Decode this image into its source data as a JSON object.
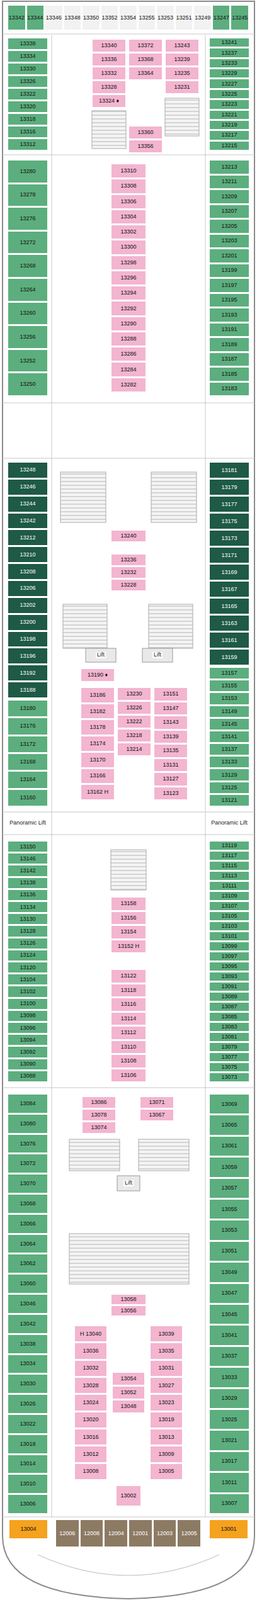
{
  "diagram": {
    "nodes": [
      {
        "text": [
          "13342"
        ]
      },
      {
        "text": [
          "13344"
        ]
      },
      {
        "text": [
          "13346"
        ]
      },
      {
        "text": [
          "13348"
        ]
      },
      {
        "text": [
          "13350"
        ]
      },
      {
        "text": [
          "13352"
        ]
      },
      {
        "text": [
          "13354"
        ]
      },
      {
        "text": [
          "13255"
        ]
      },
      {
        "text": [
          "13253"
        ]
      },
      {
        "text": [
          "13251"
        ]
      },
      {
        "text": [
          "13249"
        ]
      },
      {
        "text": [
          "13247"
        ]
      },
      {
        "text": [
          "13245"
        ]
      },
      {
        "text": [
          "13338"
        ]
      },
      {
        "text": [
          "13334"
        ]
      },
      {
        "text": [
          "13330"
        ]
      },
      {
        "text": [
          "13326"
        ]
      },
      {
        "text": [
          "13322"
        ]
      },
      {
        "text": [
          "13320"
        ]
      },
      {
        "text": [
          "13318"
        ]
      },
      {
        "text": [
          "13316"
        ]
      },
      {
        "text": [
          "13312"
        ]
      },
      {
        "text": [
          "13340"
        ]
      },
      {
        "text": [
          "13336"
        ]
      },
      {
        "text": [
          "13332"
        ]
      },
      {
        "text": [
          "13328"
        ]
      },
      {
        "text": [
          "13324 ♦"
        ]
      },
      {
        "text": [
          "13372"
        ]
      },
      {
        "text": [
          "13368"
        ]
      },
      {
        "text": [
          "13364"
        ]
      },
      {
        "text": [
          "13360"
        ]
      },
      {
        "text": [
          "13356"
        ]
      },
      {
        "text": [
          "13243"
        ]
      },
      {
        "text": [
          "13239"
        ]
      },
      {
        "text": [
          "13235"
        ]
      },
      {
        "text": [
          "13231"
        ]
      },
      {
        "text": [
          "13241"
        ]
      },
      {
        "text": [
          "13237"
        ]
      },
      {
        "text": [
          "13233"
        ]
      },
      {
        "text": [
          "13229"
        ]
      },
      {
        "text": [
          "13227"
        ]
      },
      {
        "text": [
          "13225"
        ]
      },
      {
        "text": [
          "13223"
        ]
      },
      {
        "text": [
          "13221"
        ]
      },
      {
        "text": [
          "13219"
        ]
      },
      {
        "text": [
          "13217"
        ]
      },
      {
        "text": [
          "13215"
        ]
      },
      {
        "text": [
          "13280"
        ]
      },
      {
        "text": [
          "13278"
        ]
      },
      {
        "text": [
          "13276"
        ]
      },
      {
        "text": [
          "13272"
        ]
      },
      {
        "text": [
          "13268"
        ]
      },
      {
        "text": [
          "13264"
        ]
      },
      {
        "text": [
          "13260"
        ]
      },
      {
        "text": [
          "13256"
        ]
      },
      {
        "text": [
          "13252"
        ]
      },
      {
        "text": [
          "13250"
        ]
      },
      {
        "text": [
          "13310"
        ]
      },
      {
        "text": [
          "13308"
        ]
      },
      {
        "text": [
          "13306"
        ]
      },
      {
        "text": [
          "13304"
        ]
      },
      {
        "text": [
          "13302"
        ]
      },
      {
        "text": [
          "13300"
        ]
      },
      {
        "text": [
          "13298"
        ]
      },
      {
        "text": [
          "13296"
        ]
      },
      {
        "text": [
          "13294"
        ]
      },
      {
        "text": [
          "13292"
        ]
      },
      {
        "text": [
          "13290"
        ]
      },
      {
        "text": [
          "13288"
        ]
      },
      {
        "text": [
          "13286"
        ]
      },
      {
        "text": [
          "13284"
        ]
      },
      {
        "text": [
          "13282"
        ]
      },
      {
        "text": [
          "13213"
        ]
      },
      {
        "text": [
          "13211"
        ]
      },
      {
        "text": [
          "13209"
        ]
      },
      {
        "text": [
          "13207"
        ]
      },
      {
        "text": [
          "13205"
        ]
      },
      {
        "text": [
          "13203"
        ]
      },
      {
        "text": [
          "13201"
        ]
      },
      {
        "text": [
          "13199"
        ]
      },
      {
        "text": [
          "13197"
        ]
      },
      {
        "text": [
          "13195"
        ]
      },
      {
        "text": [
          "13193"
        ]
      },
      {
        "text": [
          "13191"
        ]
      },
      {
        "text": [
          "13189"
        ]
      },
      {
        "text": [
          "13187"
        ]
      },
      {
        "text": [
          "13185"
        ]
      },
      {
        "text": [
          "13183"
        ]
      },
      {
        "text": [
          "13248"
        ]
      },
      {
        "text": [
          "13246"
        ]
      },
      {
        "text": [
          "13244"
        ]
      },
      {
        "text": [
          "13242"
        ]
      },
      {
        "text": [
          "13212"
        ]
      },
      {
        "text": [
          "13210"
        ]
      },
      {
        "text": [
          "13208"
        ]
      },
      {
        "text": [
          "13206"
        ]
      },
      {
        "text": [
          "13202"
        ]
      },
      {
        "text": [
          "13200"
        ]
      },
      {
        "text": [
          "13198"
        ]
      },
      {
        "text": [
          "13196"
        ]
      },
      {
        "text": [
          "13192"
        ]
      },
      {
        "text": [
          "13188"
        ]
      },
      {
        "text": [
          "13180"
        ]
      },
      {
        "text": [
          "13176"
        ]
      },
      {
        "text": [
          "13172"
        ]
      },
      {
        "text": [
          "13168"
        ]
      },
      {
        "text": [
          "13164"
        ]
      },
      {
        "text": [
          "13160"
        ]
      },
      {
        "text": [
          "13181"
        ]
      },
      {
        "text": [
          "13179"
        ]
      },
      {
        "text": [
          "13177"
        ]
      },
      {
        "text": [
          "13175"
        ]
      },
      {
        "text": [
          "13173"
        ]
      },
      {
        "text": [
          "13171"
        ]
      },
      {
        "text": [
          "13169"
        ]
      },
      {
        "text": [
          "13167"
        ]
      },
      {
        "text": [
          "13165"
        ]
      },
      {
        "text": [
          "13163"
        ]
      },
      {
        "text": [
          "13161"
        ]
      },
      {
        "text": [
          "13159"
        ]
      },
      {
        "text": [
          "13157"
        ]
      },
      {
        "text": [
          "13155"
        ]
      },
      {
        "text": [
          "13153"
        ]
      },
      {
        "text": [
          "13149"
        ]
      },
      {
        "text": [
          "13145"
        ]
      },
      {
        "text": [
          "13141"
        ]
      },
      {
        "text": [
          "13137"
        ]
      },
      {
        "text": [
          "13133"
        ]
      },
      {
        "text": [
          "13129"
        ]
      },
      {
        "text": [
          "13125"
        ]
      },
      {
        "text": [
          "13121"
        ]
      },
      {
        "text": [
          "13240"
        ]
      },
      {
        "text": [
          "13236"
        ]
      },
      {
        "text": [
          "13232"
        ]
      },
      {
        "text": [
          "13228"
        ]
      },
      {
        "text": [
          "13190 ♦"
        ]
      },
      {
        "text": [
          "13186"
        ]
      },
      {
        "text": [
          "13182"
        ]
      },
      {
        "text": [
          "13178"
        ]
      },
      {
        "text": [
          "13174"
        ]
      },
      {
        "text": [
          "13170"
        ]
      },
      {
        "text": [
          "13166"
        ]
      },
      {
        "text": [
          "13162 H"
        ]
      },
      {
        "text": [
          "13230"
        ]
      },
      {
        "text": [
          "13226"
        ]
      },
      {
        "text": [
          "13222"
        ]
      },
      {
        "text": [
          "13218"
        ]
      },
      {
        "text": [
          "13214"
        ]
      },
      {
        "text": [
          "13151"
        ]
      },
      {
        "text": [
          "13147"
        ]
      },
      {
        "text": [
          "13143"
        ]
      },
      {
        "text": [
          "13139"
        ]
      },
      {
        "text": [
          "13135"
        ]
      },
      {
        "text": [
          "13131"
        ]
      },
      {
        "text": [
          "13127"
        ]
      },
      {
        "text": [
          "13123"
        ]
      },
      {
        "text": [
          "13150"
        ]
      },
      {
        "text": [
          "13146"
        ]
      },
      {
        "text": [
          "13142"
        ]
      },
      {
        "text": [
          "13138"
        ]
      },
      {
        "text": [
          "13136"
        ]
      },
      {
        "text": [
          "13134"
        ]
      },
      {
        "text": [
          "13130"
        ]
      },
      {
        "text": [
          "13128"
        ]
      },
      {
        "text": [
          "13126"
        ]
      },
      {
        "text": [
          "13124"
        ]
      },
      {
        "text": [
          "13120"
        ]
      },
      {
        "text": [
          "13104"
        ]
      },
      {
        "text": [
          "13102"
        ]
      },
      {
        "text": [
          "13100"
        ]
      },
      {
        "text": [
          "13098"
        ]
      },
      {
        "text": [
          "13096"
        ]
      },
      {
        "text": [
          "13094"
        ]
      },
      {
        "text": [
          "13092"
        ]
      },
      {
        "text": [
          "13090"
        ]
      },
      {
        "text": [
          "13088"
        ]
      },
      {
        "text": [
          "13119"
        ]
      },
      {
        "text": [
          "13117"
        ]
      },
      {
        "text": [
          "13115"
        ]
      },
      {
        "text": [
          "13113"
        ]
      },
      {
        "text": [
          "13111"
        ]
      },
      {
        "text": [
          "13109"
        ]
      },
      {
        "text": [
          "13107"
        ]
      },
      {
        "text": [
          "13105"
        ]
      },
      {
        "text": [
          "13103"
        ]
      },
      {
        "text": [
          "13101"
        ]
      },
      {
        "text": [
          "13099"
        ]
      },
      {
        "text": [
          "13097"
        ]
      },
      {
        "text": [
          "13095"
        ]
      },
      {
        "text": [
          "13093"
        ]
      },
      {
        "text": [
          "13091"
        ]
      },
      {
        "text": [
          "13089"
        ]
      },
      {
        "text": [
          "13087"
        ]
      },
      {
        "text": [
          "13085"
        ]
      },
      {
        "text": [
          "13083"
        ]
      },
      {
        "text": [
          "13081"
        ]
      },
      {
        "text": [
          "13079"
        ]
      },
      {
        "text": [
          "13077"
        ]
      },
      {
        "text": [
          "13075"
        ]
      },
      {
        "text": [
          "13073"
        ]
      },
      {
        "text": [
          "13158"
        ]
      },
      {
        "text": [
          "13156"
        ]
      },
      {
        "text": [
          "13154"
        ]
      },
      {
        "text": [
          "13152 H"
        ]
      },
      {
        "text": [
          "13122"
        ]
      },
      {
        "text": [
          "13118"
        ]
      },
      {
        "text": [
          "13116"
        ]
      },
      {
        "text": [
          "13114"
        ]
      },
      {
        "text": [
          "13112"
        ]
      },
      {
        "text": [
          "13110"
        ]
      },
      {
        "text": [
          "13108"
        ]
      },
      {
        "text": [
          "13106"
        ]
      },
      {
        "text": [
          "13084"
        ]
      },
      {
        "text": [
          "13080"
        ]
      },
      {
        "text": [
          "13076"
        ]
      },
      {
        "text": [
          "13072"
        ]
      },
      {
        "text": [
          "13070"
        ]
      },
      {
        "text": [
          "13068"
        ]
      },
      {
        "text": [
          "13066"
        ]
      },
      {
        "text": [
          "13064"
        ]
      },
      {
        "text": [
          "13062"
        ]
      },
      {
        "text": [
          "13060"
        ]
      },
      {
        "text": [
          "13046"
        ]
      },
      {
        "text": [
          "13042"
        ]
      },
      {
        "text": [
          "13038"
        ]
      },
      {
        "text": [
          "13034"
        ]
      },
      {
        "text": [
          "13030"
        ]
      },
      {
        "text": [
          "13026"
        ]
      },
      {
        "text": [
          "13022"
        ]
      },
      {
        "text": [
          "13018"
        ]
      },
      {
        "text": [
          "13014"
        ]
      },
      {
        "text": [
          "13010"
        ]
      },
      {
        "text": [
          "13006"
        ]
      },
      {
        "text": [
          "13069"
        ]
      },
      {
        "text": [
          "13065"
        ]
      },
      {
        "text": [
          "13061"
        ]
      },
      {
        "text": [
          "13059"
        ]
      },
      {
        "text": [
          "13057"
        ]
      },
      {
        "text": [
          "13055"
        ]
      },
      {
        "text": [
          "13053"
        ]
      },
      {
        "text": [
          "13051"
        ]
      },
      {
        "text": [
          "13049"
        ]
      },
      {
        "text": [
          "13047"
        ]
      },
      {
        "text": [
          "13045"
        ]
      },
      {
        "text": [
          "13041"
        ]
      },
      {
        "text": [
          "13037"
        ]
      },
      {
        "text": [
          "13033"
        ]
      },
      {
        "text": [
          "13029"
        ]
      },
      {
        "text": [
          "13025"
        ]
      },
      {
        "text": [
          "13021"
        ]
      },
      {
        "text": [
          "13017"
        ]
      },
      {
        "text": [
          "13011"
        ]
      },
      {
        "text": [
          "13007"
        ]
      },
      {
        "text": [
          "13086"
        ]
      },
      {
        "text": [
          "13078"
        ]
      },
      {
        "text": [
          "13074"
        ]
      },
      {
        "text": [
          "13071"
        ]
      },
      {
        "text": [
          "13067"
        ]
      },
      {
        "text": [
          "13058"
        ]
      },
      {
        "text": [
          "13056"
        ]
      },
      {
        "text": [
          "H 13040"
        ]
      },
      {
        "text": [
          "13036"
        ]
      },
      {
        "text": [
          "13032"
        ]
      },
      {
        "text": [
          "13028"
        ]
      },
      {
        "text": [
          "13024"
        ]
      },
      {
        "text": [
          "13020"
        ]
      },
      {
        "text": [
          "13016"
        ]
      },
      {
        "text": [
          "13012"
        ]
      },
      {
        "text": [
          "13008"
        ]
      },
      {
        "text": [
          "13054"
        ]
      },
      {
        "text": [
          "13052"
        ]
      },
      {
        "text": [
          "13048"
        ]
      },
      {
        "text": [
          "13039"
        ]
      },
      {
        "text": [
          "13035"
        ]
      },
      {
        "text": [
          "13031"
        ]
      },
      {
        "text": [
          "13027"
        ]
      },
      {
        "text": [
          "13023"
        ]
      },
      {
        "text": [
          "13019"
        ]
      },
      {
        "text": [
          "13013"
        ]
      },
      {
        "text": [
          "13009"
        ]
      },
      {
        "text": [
          "13005"
        ]
      },
      {
        "text": [
          "13002"
        ]
      },
      {
        "text": [
          "13004"
        ]
      },
      {
        "text": [
          "13001"
        ]
      },
      {
        "text": [
          "12006"
        ]
      },
      {
        "text": [
          "12008"
        ]
      },
      {
        "text": [
          "12004"
        ]
      },
      {
        "text": [
          "12001"
        ]
      },
      {
        "text": [
          "12003"
        ]
      },
      {
        "text": [
          "12005"
        ]
      }
    ],
    "labels": [
      "Lift",
      "Lift",
      "Lift",
      "Panoramic Lift",
      "Panoramic Lift"
    ]
  }
}
